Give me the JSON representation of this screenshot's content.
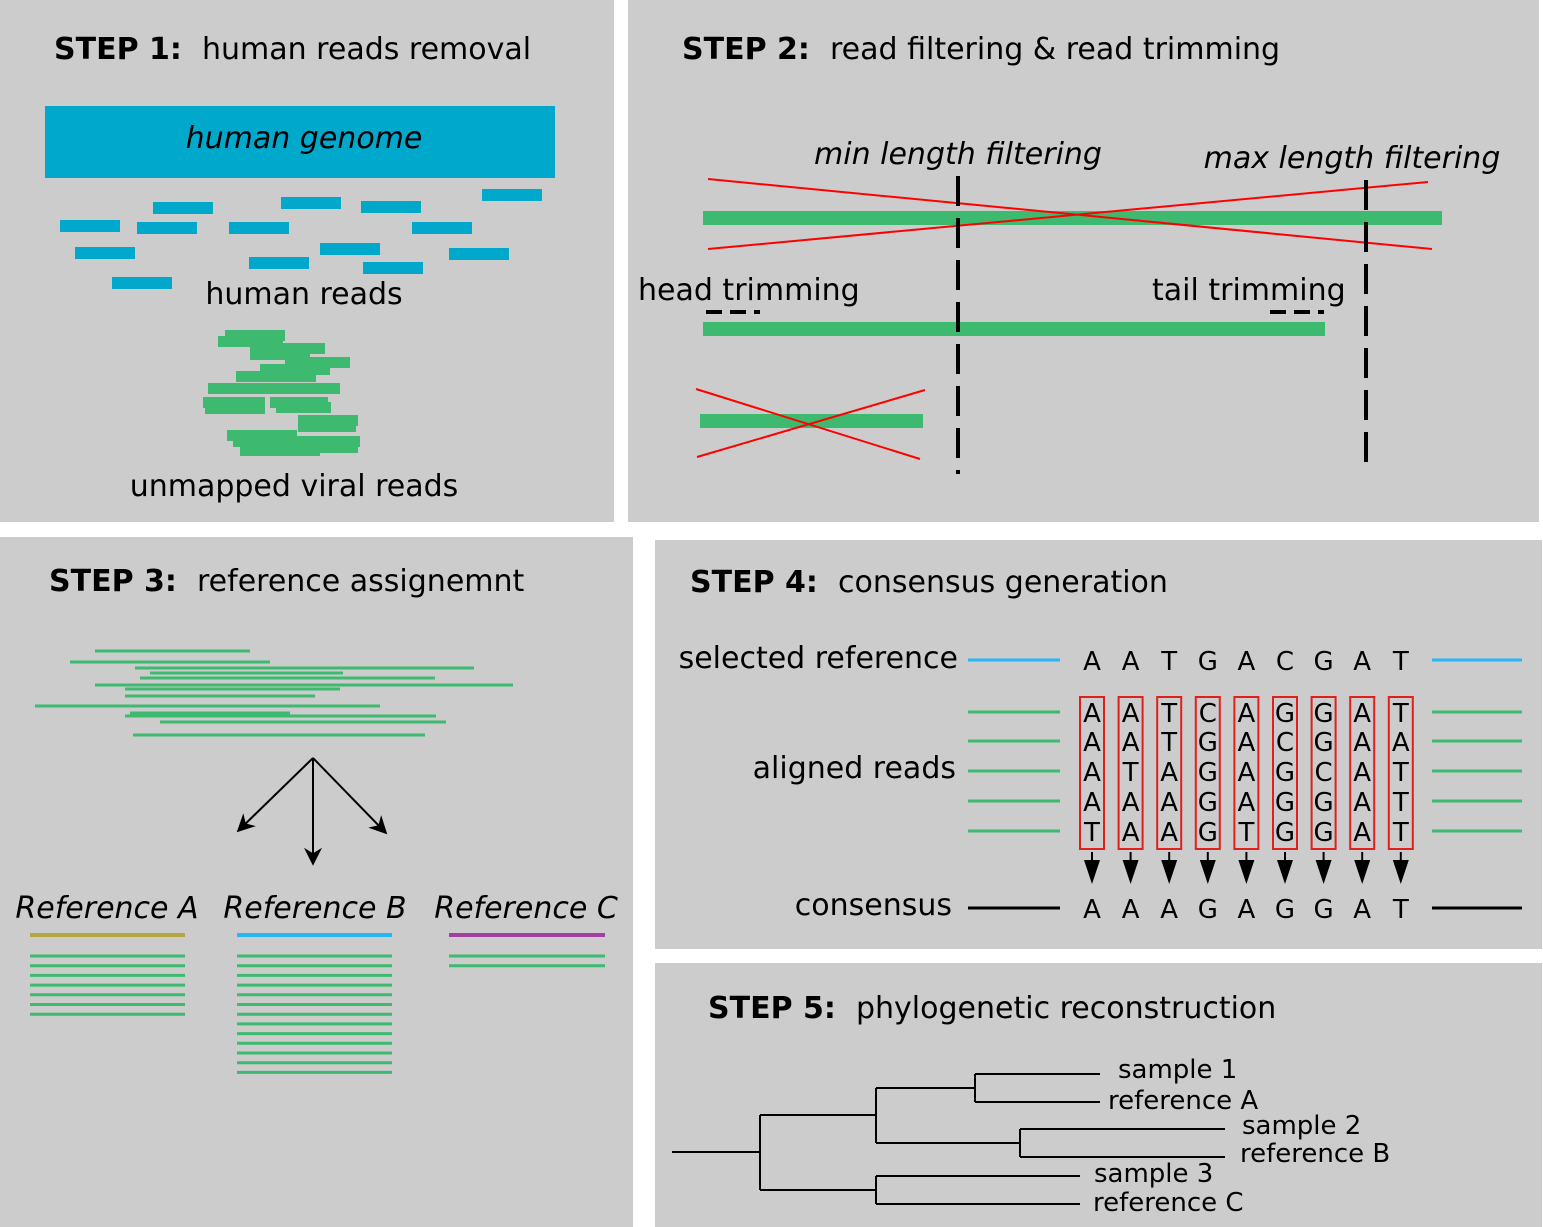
{
  "step1": {
    "step_label": "STEP 1:",
    "title": "human reads removal",
    "genome_label": "human genome",
    "human_reads_label": "human reads",
    "viral_reads_label": "unmapped viral reads"
  },
  "step2": {
    "step_label": "STEP 2:",
    "title": "read filtering & read trimming",
    "min_label": "min length filtering",
    "max_label": "max length filtering",
    "head_label": "head trimming",
    "tail_label": "tail trimming"
  },
  "step3": {
    "step_label": "STEP 3:",
    "title": "reference assignemnt",
    "references": [
      {
        "label": "Reference A",
        "color": "#b5a642",
        "reads": 7
      },
      {
        "label": "Reference B",
        "color": "#29b6f6",
        "reads": 13
      },
      {
        "label": "Reference C",
        "color": "#a040a0",
        "reads": 2
      }
    ]
  },
  "step4": {
    "step_label": "STEP 4:",
    "title": "consensus generation",
    "selected_reference_label": "selected reference",
    "aligned_reads_label": "aligned reads",
    "consensus_label": "consensus",
    "reference_seq": [
      "A",
      "A",
      "T",
      "G",
      "A",
      "C",
      "G",
      "A",
      "T"
    ],
    "aligned_columns": [
      [
        "A",
        "A",
        "A",
        "A",
        "T"
      ],
      [
        "A",
        "A",
        "T",
        "A",
        "A"
      ],
      [
        "T",
        "T",
        "A",
        "A",
        "A"
      ],
      [
        "C",
        "G",
        "G",
        "G",
        "G"
      ],
      [
        "A",
        "A",
        "A",
        "A",
        "T"
      ],
      [
        "G",
        "C",
        "G",
        "G",
        "G"
      ],
      [
        "G",
        "G",
        "C",
        "G",
        "G"
      ],
      [
        "A",
        "A",
        "A",
        "A",
        "A"
      ],
      [
        "T",
        "A",
        "T",
        "T",
        "T"
      ]
    ],
    "consensus_seq": [
      "A",
      "A",
      "A",
      "G",
      "A",
      "G",
      "G",
      "A",
      "T"
    ]
  },
  "step5": {
    "step_label": "STEP 5:",
    "title": "phylogenetic reconstruction",
    "leaves": [
      "sample 1",
      "reference A",
      "sample 2",
      "reference B",
      "sample 3",
      "reference C"
    ]
  },
  "colors": {
    "panel": "#cccccc",
    "human": "#00a8cc",
    "viral": "#3dba6f",
    "filter_cross": "#ff0000",
    "box": "#e0201a",
    "reference_line": "#29b6f6",
    "read_line": "#3dba6f"
  }
}
